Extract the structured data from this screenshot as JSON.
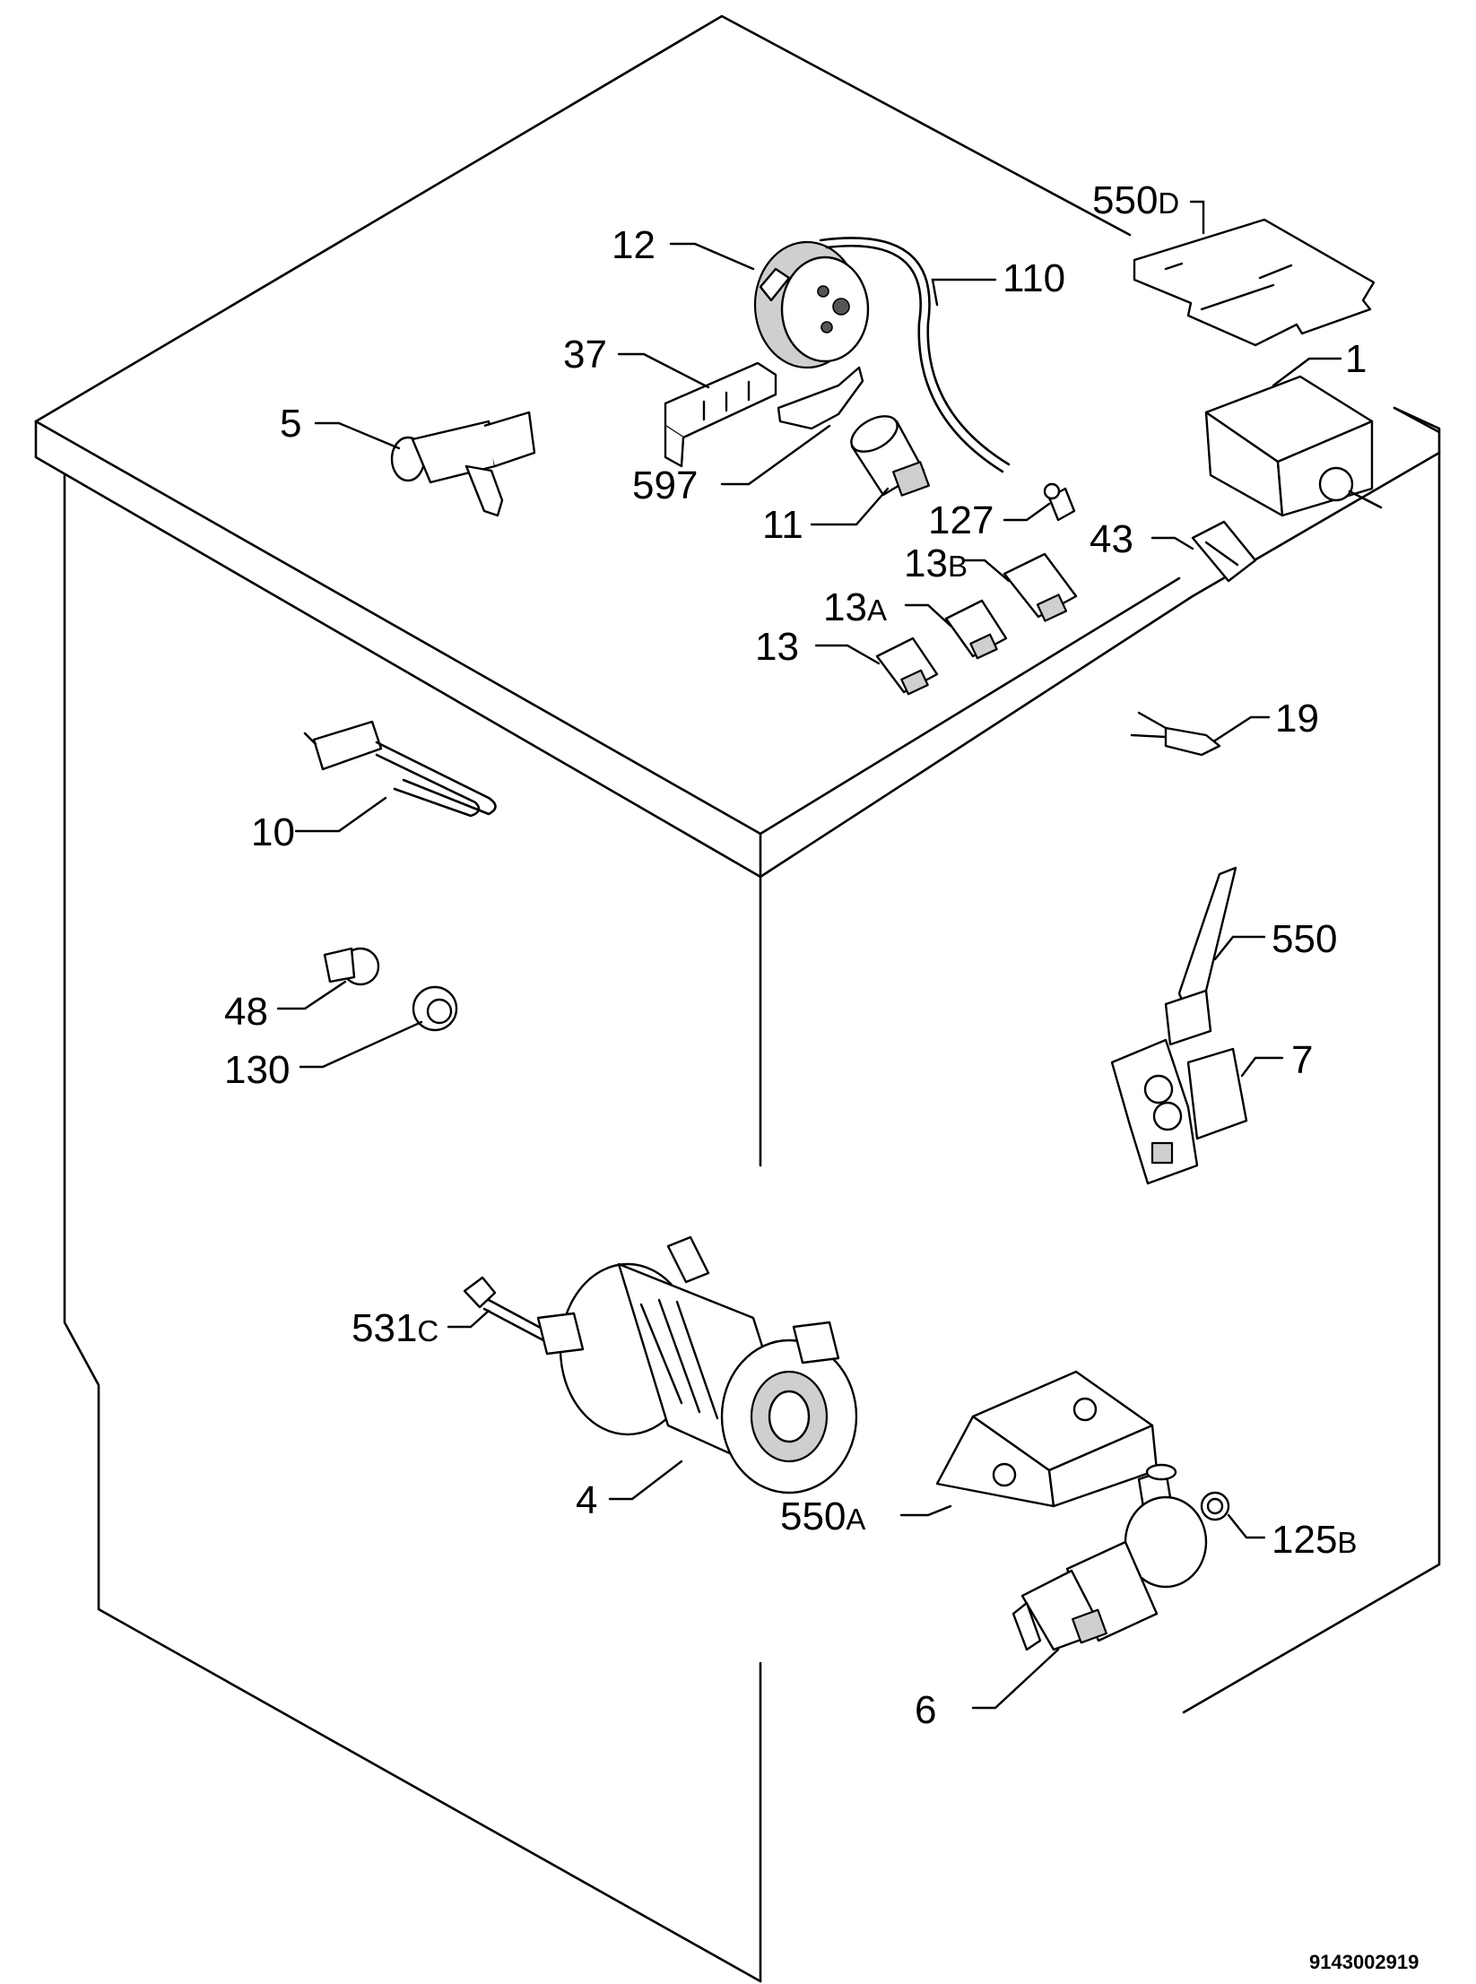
{
  "doc_number": "9143002919",
  "labels": {
    "p550D": {
      "num": "550",
      "suffix": "D"
    },
    "p12": "12",
    "p110": "110",
    "p37": "37",
    "p1": "1",
    "p5": "5",
    "p597": "597",
    "p11": "11",
    "p127": "127",
    "p43": "43",
    "p13B": {
      "num": "13",
      "suffix": "B"
    },
    "p13A": {
      "num": "13",
      "suffix": "A"
    },
    "p13": "13",
    "p19": "19",
    "p10": "10",
    "p550": "550",
    "p48": "48",
    "p7": "7",
    "p130": "130",
    "p531C": {
      "num": "531",
      "suffix": "C"
    },
    "p4": "4",
    "p550A": {
      "num": "550",
      "suffix": "A"
    },
    "p125B": {
      "num": "125",
      "suffix": "B"
    },
    "p6": "6"
  }
}
